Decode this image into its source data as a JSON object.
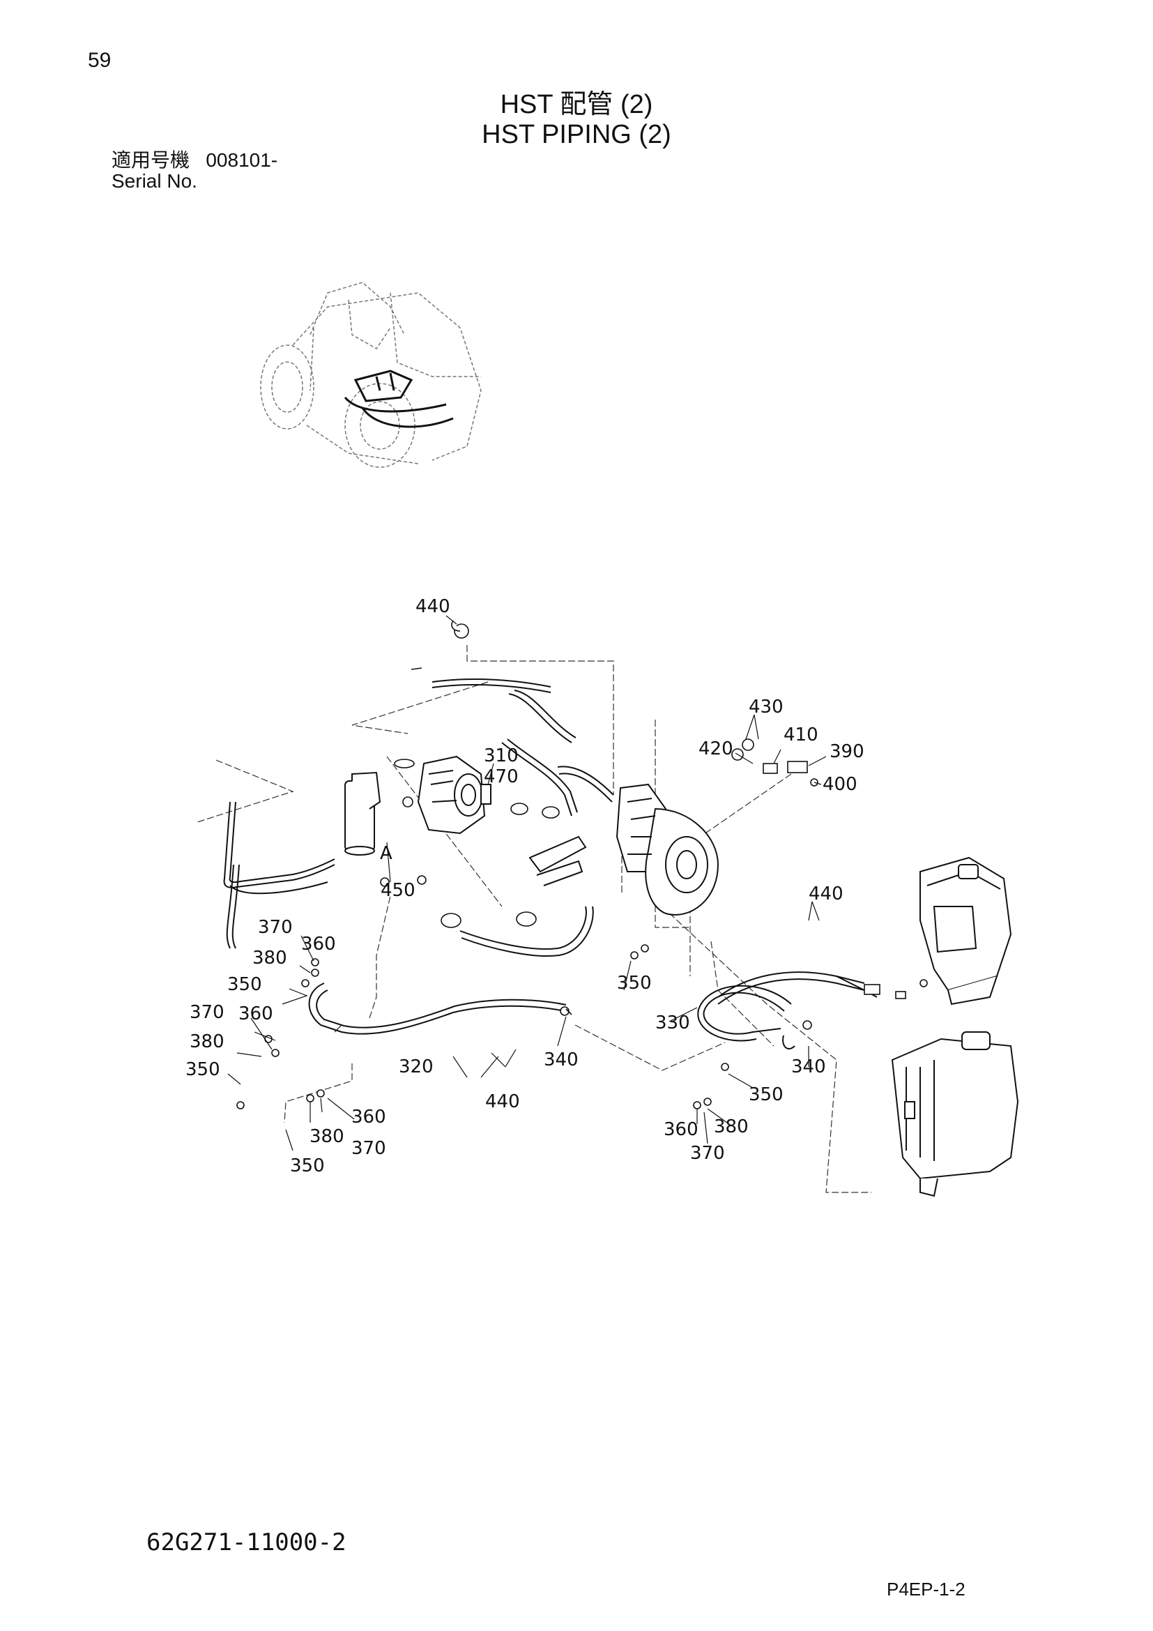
{
  "header": {
    "page_number": "59",
    "title_jp": "HST 配管 (2)",
    "title_en": "HST PIPING (2)",
    "serial_label_jp": "適用号機",
    "serial_value": "008101-",
    "serial_label_en": "Serial No."
  },
  "diagram": {
    "callouts": [
      "440",
      "310",
      "470",
      "430",
      "410",
      "420",
      "390",
      "400",
      "A",
      "450",
      "370",
      "360",
      "380",
      "350",
      "370",
      "360",
      "380",
      "350",
      "320",
      "440",
      "340",
      "440",
      "350",
      "330",
      "340",
      "350",
      "360",
      "380",
      "370",
      "360",
      "380",
      "370",
      "350"
    ]
  },
  "footer": {
    "doc_code": "62G271-11000-2",
    "page_code": "P4EP-1-2"
  }
}
